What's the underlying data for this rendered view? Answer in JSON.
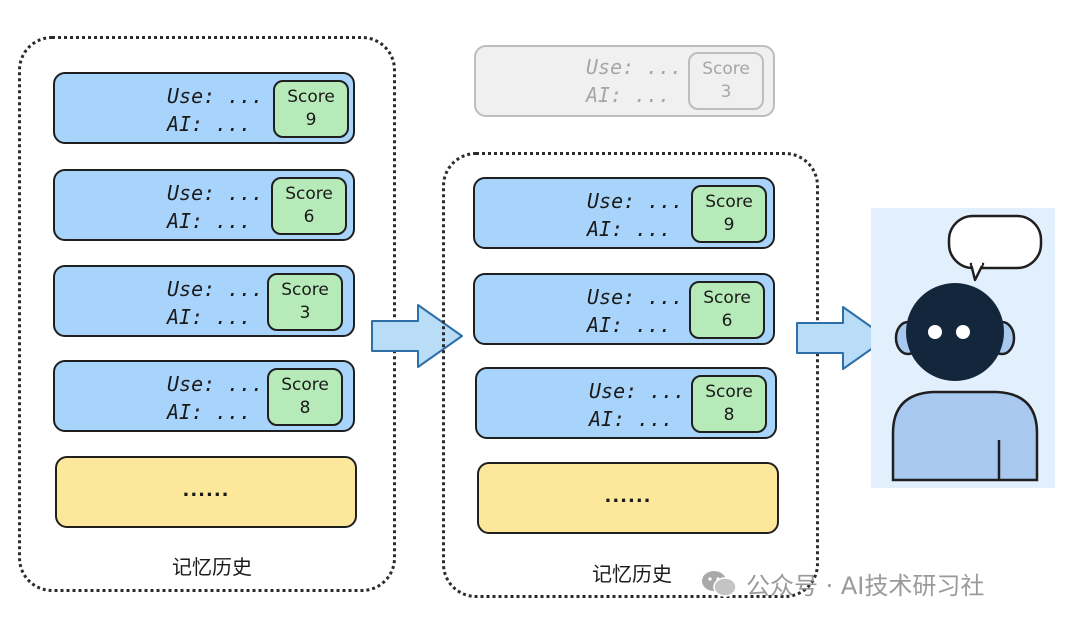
{
  "memory_history": {
    "caption": "记忆历史",
    "items": [
      {
        "use": "Use: ...",
        "ai": "AI: ...",
        "score_label": "Score",
        "score": "9"
      },
      {
        "use": "Use: ...",
        "ai": "AI: ...",
        "score_label": "Score",
        "score": "6"
      },
      {
        "use": "Use: ...",
        "ai": "AI: ...",
        "score_label": "Score",
        "score": "3"
      },
      {
        "use": "Use: ...",
        "ai": "AI: ...",
        "score_label": "Score",
        "score": "8"
      }
    ],
    "more": "......"
  },
  "discarded": {
    "use": "Use: ...",
    "ai": "AI: ...",
    "score_label": "Score",
    "score": "3"
  },
  "filtered_history": {
    "caption": "记忆历史",
    "items": [
      {
        "use": "Use: ...",
        "ai": "AI: ...",
        "score_label": "Score",
        "score": "9"
      },
      {
        "use": "Use: ...",
        "ai": "AI: ...",
        "score_label": "Score",
        "score": "6"
      },
      {
        "use": "Use: ...",
        "ai": "AI: ...",
        "score_label": "Score",
        "score": "8"
      }
    ],
    "more": "......"
  },
  "colors": {
    "card_blue": "#a8d4fb",
    "score_green": "#b6eab8",
    "more_yellow": "#fde79a",
    "arrow_blue": "#b9dcf7",
    "robot_head": "#14263c",
    "robot_body": "#a8c8f0"
  },
  "watermark": {
    "icon": "wechat-icon",
    "text": "公众号 · AI技术研习社"
  }
}
